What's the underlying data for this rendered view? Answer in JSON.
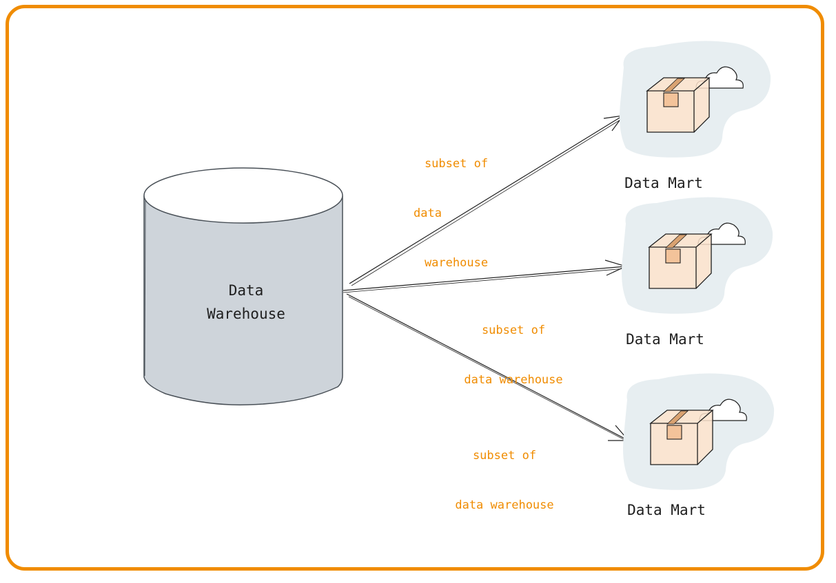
{
  "diagram": {
    "source": {
      "label_line1": "Data",
      "label_line2": "Warehouse",
      "fill_color": "#ced4da"
    },
    "targets": [
      {
        "label": "Data Mart"
      },
      {
        "label": "Data Mart"
      },
      {
        "label": "Data Mart"
      }
    ],
    "edges": [
      {
        "from": "Data Warehouse",
        "to": "Data Mart 1",
        "label_lines": [
          "subset of",
          "data",
          "warehouse"
        ]
      },
      {
        "from": "Data Warehouse",
        "to": "Data Mart 2",
        "label_lines": [
          "subset of",
          "data warehouse"
        ]
      },
      {
        "from": "Data Warehouse",
        "to": "Data Mart 3",
        "label_lines": [
          "subset of",
          "data warehouse"
        ]
      }
    ],
    "colors": {
      "frame": "#f08c00",
      "edge_label": "#f08c00",
      "cloud_bg": "#e7eef1",
      "box_fill": "#fde3cc",
      "stroke": "#1e1e1e"
    }
  }
}
